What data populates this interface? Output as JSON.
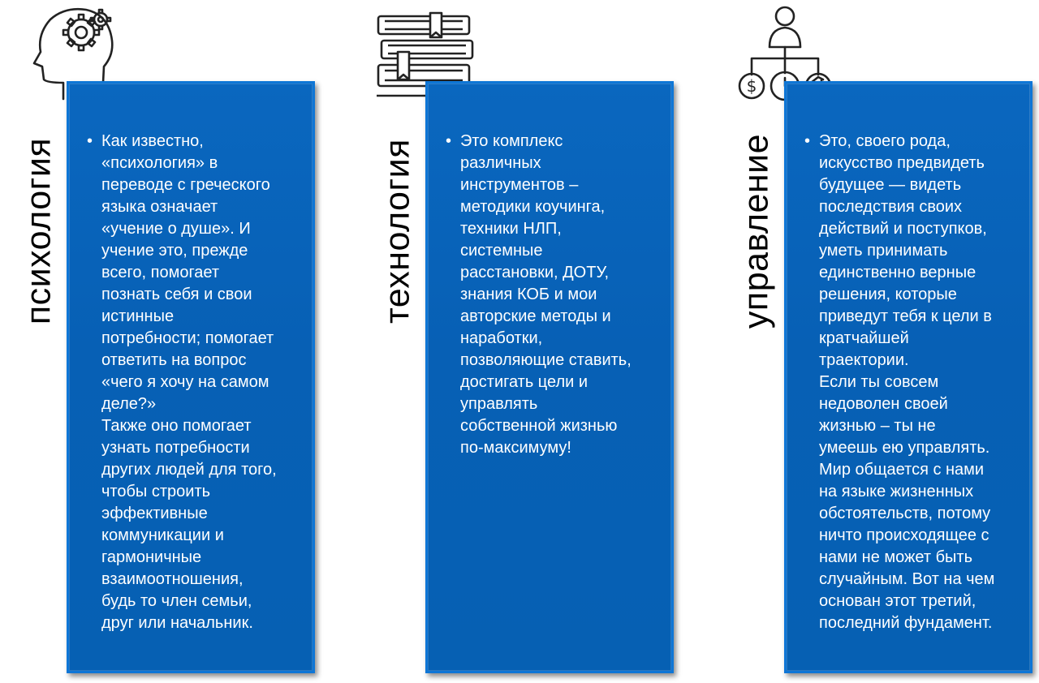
{
  "columns": [
    {
      "title": "психология",
      "icon": "head-gears-icon",
      "text": "Как известно,\n«психология» в\nпереводе с греческого\nязыка означает\n«учение о душе». И\nучение это, прежде\nвсего, помогает\nпознать себя и свои\nистинные\nпотребности; помогает\nответить на вопрос\n«чего я хочу на самом\nделе?»\nТакже оно помогает\nузнать потребности\nдругих людей для того,\nчтобы строить\nэффективные\nкоммуникации и\nгармоничные\nвзаимоотношения,\nбудь то член семьи,\nдруг или начальник."
    },
    {
      "title": "технология",
      "icon": "books-icon",
      "text": "Это комплекс\nразличных\nинструментов –\nметодики коучинга,\nтехники НЛП,\nсистемные\nрасстановки, ДОТУ,\nзнания КОБ и мои\nавторские методы и\nнаработки,\nпозволяющие ставить,\nдостигать цели и\nуправлять\nсобственной жизнью\nпо-максимуму!"
    },
    {
      "title": "управление",
      "icon": "management-icon",
      "text": "Это, своего рода,\nискусство предвидеть\nбудущее — видеть\nпоследствия своих\nдействий и поступков,\nуметь принимать\nединственно верные\nрешения, которые\nприведут тебя к цели в\nкратчайшей\nтраектории.\nЕсли ты совсем\nнедоволен своей\nжизнью – ты не\nумеешь ею управлять.\nМир общается с нами\nна языке жизненных\nобстоятельств, потому\nничто происходящее с\nнами не может быть\nслучайным. Вот на чем\nоснован этот третий,\nпоследний фундамент."
    }
  ],
  "colors": {
    "card": "#0660b3",
    "card_border": "#0e76d6",
    "text": "#ffffff"
  }
}
